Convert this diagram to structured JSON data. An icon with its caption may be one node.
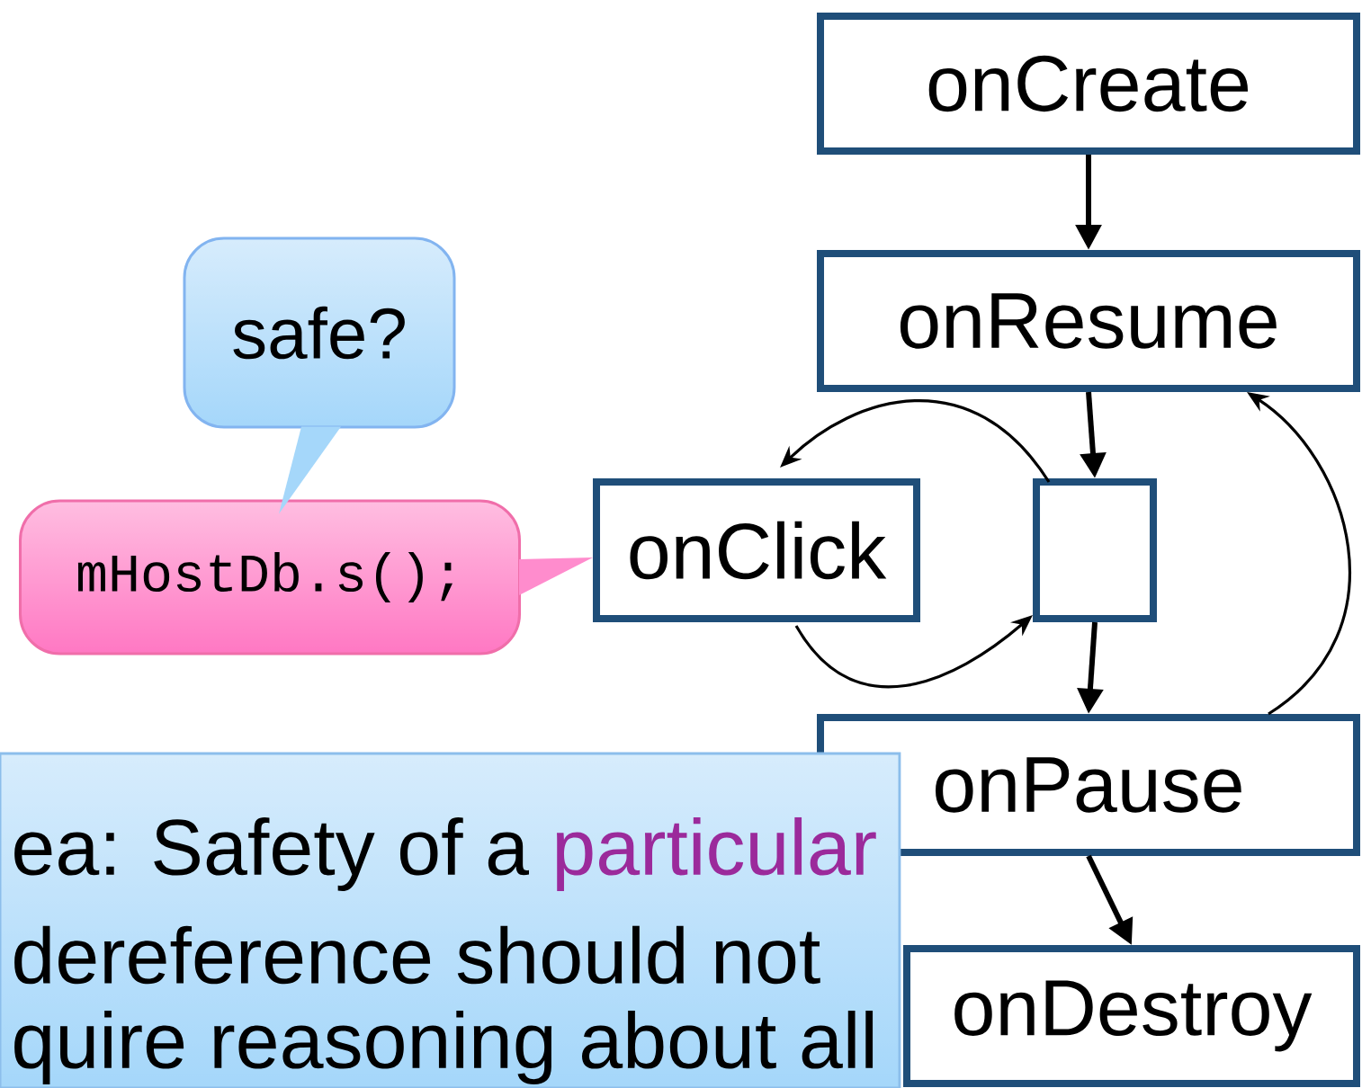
{
  "diagram": {
    "nodes": [
      {
        "text": [
          "onCreate"
        ]
      },
      {
        "text": [
          "onResume"
        ]
      },
      {
        "text": [],
        "shape": "box"
      },
      {
        "text": [
          "onClick"
        ]
      },
      {
        "text": [
          "onPause"
        ]
      },
      {
        "text": [
          "onDestroy"
        ]
      },
      {
        "text": [
          "safe?"
        ]
      },
      {
        "text": [
          "mHostDb.s();"
        ]
      },
      {
        "text": [
          "ea: Safety of a",
          "particular",
          "dereference should not",
          "quire reasoning about all"
        ]
      }
    ],
    "edges": [
      {
        "from": 0,
        "to": 1,
        "arrow": "to"
      },
      {
        "from": 1,
        "to": 2,
        "arrow": "to"
      },
      {
        "from": 2,
        "to": 4,
        "arrow": "to"
      },
      {
        "from": 4,
        "to": 5,
        "arrow": "to"
      },
      {
        "from": 2,
        "to": 3,
        "arrow": "to"
      },
      {
        "from": 3,
        "to": 2,
        "arrow": "to"
      },
      {
        "from": 4,
        "to": 1,
        "arrow": "to"
      },
      {
        "from": 6,
        "to": 7,
        "arrow": "to"
      },
      {
        "from": 7,
        "to": 3,
        "arrow": "to"
      }
    ]
  }
}
